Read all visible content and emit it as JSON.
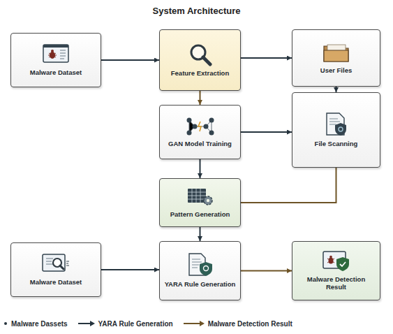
{
  "diagram": {
    "title": "System Architecture",
    "nodes": [
      {
        "text": [
          "Malware Dataset"
        ]
      },
      {
        "text": [
          "Feature Extraction"
        ]
      },
      {
        "text": [
          "User Files"
        ]
      },
      {
        "text": [
          "GAN Model Training"
        ]
      },
      {
        "text": [
          "File Scanning"
        ]
      },
      {
        "text": [
          "Pattern Generation"
        ]
      },
      {
        "text": [
          "Malware Dataset"
        ]
      },
      {
        "text": [
          "YARA Rule Generation"
        ]
      },
      {
        "text": [
          "Malware Detection Result"
        ]
      }
    ],
    "edges": [
      {
        "from": 0,
        "to": 1,
        "arrow": "to"
      },
      {
        "from": 1,
        "to": 2,
        "arrow": "to"
      },
      {
        "from": 1,
        "to": 3,
        "arrow": "to"
      },
      {
        "from": 2,
        "to": 4,
        "arrow": "to"
      },
      {
        "from": 3,
        "to": 4,
        "arrow": "to"
      },
      {
        "from": 3,
        "to": 5,
        "arrow": "to"
      },
      {
        "from": 4,
        "to": 5,
        "arrow": "none"
      },
      {
        "from": 5,
        "to": 7,
        "arrow": "to"
      },
      {
        "from": 6,
        "to": 7,
        "arrow": "to"
      },
      {
        "from": 7,
        "to": 8,
        "arrow": "to"
      }
    ],
    "legend": [
      {
        "text": "Malware Dassets"
      },
      {
        "text": "YARA Rule Generation"
      },
      {
        "text": "Malware Detection Result"
      }
    ]
  }
}
